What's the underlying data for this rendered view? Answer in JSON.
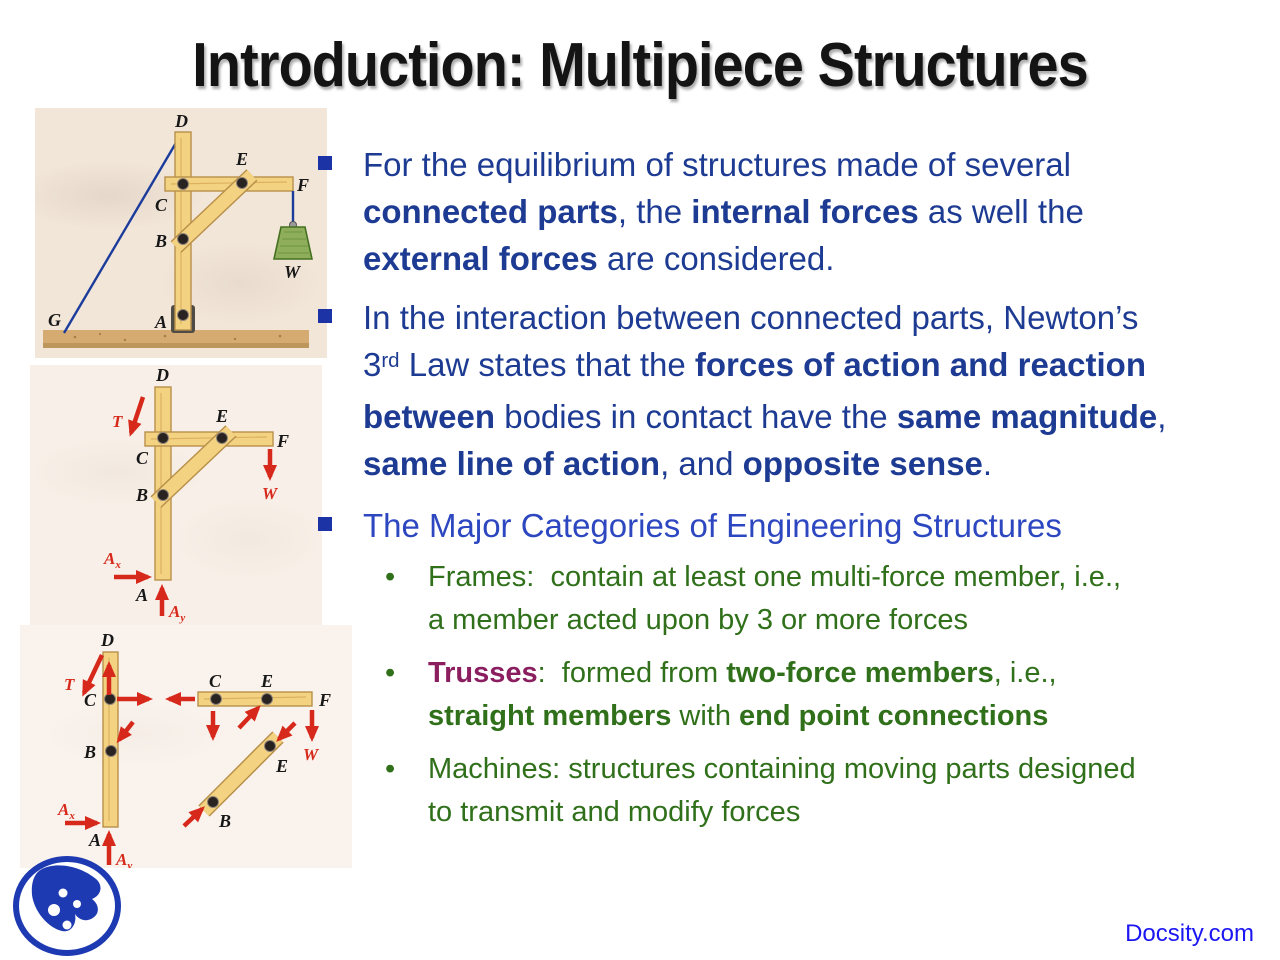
{
  "slide": {
    "title": "Introduction: Multipiece Structures",
    "footer_link": "Docsity.com"
  },
  "colors": {
    "navy": "#1d3b92",
    "bright": "#2d47c1",
    "green": "#30701a",
    "maroon": "#8b1e5f",
    "bullet_square": "#1c33a6",
    "arrow_red": "#d6291b",
    "wood": "#f3d281",
    "cable_blue": "#1c3c9c",
    "weight_green": "#8fae5b",
    "docsity_blue": "#1b16f2"
  },
  "bullets": [
    {
      "level": 1,
      "color": "navy",
      "segments": [
        {
          "t": "For the equilibrium of structures made of several"
        },
        {
          "br": 1
        },
        {
          "t": "connected parts",
          "b": 1
        },
        {
          "t": ", the "
        },
        {
          "t": "internal forces",
          "b": 1
        },
        {
          "t": " as well the"
        },
        {
          "br": 1
        },
        {
          "t": "external forces",
          "b": 1
        },
        {
          "t": " are considered."
        }
      ],
      "margin_bottom": 12
    },
    {
      "level": 1,
      "color": "navy",
      "segments": [
        {
          "t": "In the interaction between connected parts, Newton’s"
        },
        {
          "br": 1
        },
        {
          "t": "3"
        },
        {
          "t": "rd",
          "sup": 1
        },
        {
          "t": " Law states that the "
        },
        {
          "t": "forces of action and reaction",
          "b": 1
        },
        {
          "br": 1
        },
        {
          "t": "between",
          "b": 1
        },
        {
          "t": " bodies in contact have the "
        },
        {
          "t": "same magnitude",
          "b": 1
        },
        {
          "t": ","
        },
        {
          "br": 1
        },
        {
          "t": "same line of action",
          "b": 1
        },
        {
          "t": ", and "
        },
        {
          "t": "opposite sense",
          "b": 1
        },
        {
          "t": "."
        }
      ],
      "margin_bottom": 15
    },
    {
      "level": 1,
      "color": "bright",
      "segments": [
        {
          "t": "The Major Categories of Engineering Structures"
        }
      ],
      "margin_bottom": 7
    },
    {
      "level": 2,
      "color": "green",
      "segments": [
        {
          "t": "Frames:  contain at least one multi-force member, i.e.,"
        },
        {
          "br": 1
        },
        {
          "t": "a member acted upon by 3 or more forces"
        }
      ],
      "margin_bottom": 10
    },
    {
      "level": 2,
      "color": "green",
      "segments": [
        {
          "t": "Trusses",
          "b": 1,
          "c": "maroon"
        },
        {
          "t": ":  formed from "
        },
        {
          "t": "two-force members",
          "b": 1
        },
        {
          "t": ", i.e.,"
        },
        {
          "br": 1
        },
        {
          "t": "straight members",
          "b": 1
        },
        {
          "t": " with "
        },
        {
          "t": "end point connections",
          "b": 1
        }
      ],
      "margin_bottom": 10
    },
    {
      "level": 2,
      "color": "green",
      "segments": [
        {
          "t": "Machines: structures containing moving parts designed"
        },
        {
          "br": 1
        },
        {
          "t": "to transmit and modify forces"
        }
      ],
      "margin_bottom": 0
    }
  ],
  "figure_labels": {
    "D": "D",
    "E": "E",
    "F": "F",
    "G": "G",
    "C": "C",
    "B": "B",
    "A": "A",
    "W": "W",
    "T": "T",
    "x": "x",
    "y": "y"
  }
}
